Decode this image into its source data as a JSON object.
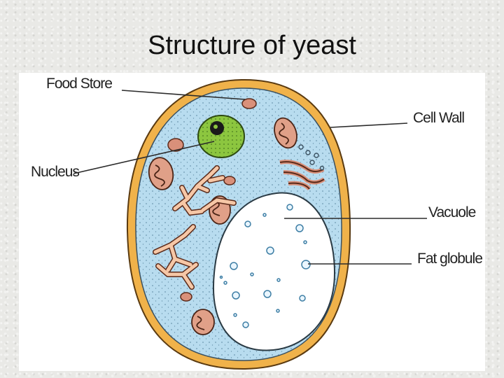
{
  "title": "Structure of yeast",
  "labels": {
    "food_store": "Food Store",
    "cell_wall": "Cell Wall",
    "nucleus": "Nucleus",
    "vacuole": "Vacuole",
    "fat_globule": "Fat globule"
  },
  "colors": {
    "cell_wall": "#f0b24a",
    "cytoplasm": "#b8dcef",
    "nucleus": "#8cc63f",
    "food_store": "#d9907a",
    "mitochondria": "#e0a088",
    "vacuole": "#ffffff"
  }
}
